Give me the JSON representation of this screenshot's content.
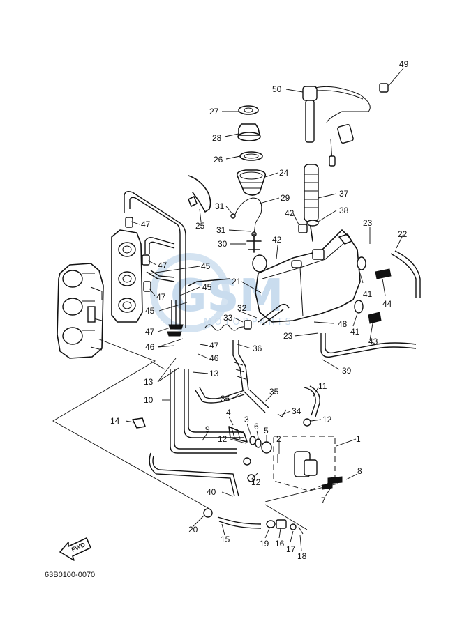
{
  "diagram": {
    "code": "63B0100-0070",
    "fwd_label": "FWD",
    "watermark": {
      "brand": "GSM",
      "sub": "MOTORPARTS"
    }
  },
  "callouts": [
    {
      "id": "49",
      "text": "49"
    },
    {
      "id": "50",
      "text": "50"
    },
    {
      "id": "27",
      "text": "27"
    },
    {
      "id": "28",
      "text": "28"
    },
    {
      "id": "26",
      "text": "26"
    },
    {
      "id": "24",
      "text": "24"
    },
    {
      "id": "37",
      "text": "37"
    },
    {
      "id": "29",
      "text": "29"
    },
    {
      "id": "38",
      "text": "38"
    },
    {
      "id": "42a",
      "text": "42"
    },
    {
      "id": "23a",
      "text": "23"
    },
    {
      "id": "22",
      "text": "22"
    },
    {
      "id": "25",
      "text": "25"
    },
    {
      "id": "31a",
      "text": "31"
    },
    {
      "id": "31b",
      "text": "31"
    },
    {
      "id": "47a",
      "text": "47"
    },
    {
      "id": "30",
      "text": "30"
    },
    {
      "id": "42b",
      "text": "42"
    },
    {
      "id": "47b",
      "text": "47"
    },
    {
      "id": "45a",
      "text": "45"
    },
    {
      "id": "21",
      "text": "21"
    },
    {
      "id": "41a",
      "text": "41"
    },
    {
      "id": "44",
      "text": "44"
    },
    {
      "id": "47c",
      "text": "47"
    },
    {
      "id": "45b",
      "text": "45"
    },
    {
      "id": "45c",
      "text": "45"
    },
    {
      "id": "32",
      "text": "32"
    },
    {
      "id": "33",
      "text": "33"
    },
    {
      "id": "48",
      "text": "48"
    },
    {
      "id": "41b",
      "text": "41"
    },
    {
      "id": "47d",
      "text": "47"
    },
    {
      "id": "23b",
      "text": "23"
    },
    {
      "id": "43",
      "text": "43"
    },
    {
      "id": "46a",
      "text": "46"
    },
    {
      "id": "47e",
      "text": "47"
    },
    {
      "id": "36a",
      "text": "36"
    },
    {
      "id": "46b",
      "text": "46"
    },
    {
      "id": "39",
      "text": "39"
    },
    {
      "id": "13a",
      "text": "13"
    },
    {
      "id": "13b",
      "text": "13"
    },
    {
      "id": "35",
      "text": "35"
    },
    {
      "id": "11",
      "text": "11"
    },
    {
      "id": "10",
      "text": "10"
    },
    {
      "id": "36b",
      "text": "36"
    },
    {
      "id": "34",
      "text": "34"
    },
    {
      "id": "14",
      "text": "14"
    },
    {
      "id": "4",
      "text": "4"
    },
    {
      "id": "3",
      "text": "3"
    },
    {
      "id": "6",
      "text": "6"
    },
    {
      "id": "5",
      "text": "5"
    },
    {
      "id": "12a",
      "text": "12"
    },
    {
      "id": "1",
      "text": "1"
    },
    {
      "id": "9",
      "text": "9"
    },
    {
      "id": "12b",
      "text": "12"
    },
    {
      "id": "2",
      "text": "2"
    },
    {
      "id": "12c",
      "text": "12"
    },
    {
      "id": "8",
      "text": "8"
    },
    {
      "id": "40",
      "text": "40"
    },
    {
      "id": "7",
      "text": "7"
    },
    {
      "id": "20",
      "text": "20"
    },
    {
      "id": "15",
      "text": "15"
    },
    {
      "id": "19",
      "text": "19"
    },
    {
      "id": "16",
      "text": "16"
    },
    {
      "id": "17",
      "text": "17"
    },
    {
      "id": "18",
      "text": "18"
    }
  ]
}
